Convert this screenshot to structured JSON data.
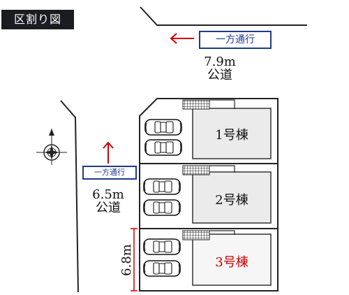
{
  "header": {
    "title": "区割り図"
  },
  "top_road": {
    "direction_label": "一方通行",
    "width": "7.9m",
    "type": "公道",
    "arrow_color": "#cc0000"
  },
  "left_road": {
    "direction_label": "一方通行",
    "width": "6.5m",
    "type": "公道",
    "arrow_color": "#cc0000"
  },
  "frontage": {
    "dimension": "6.8m",
    "color": "#cc0000"
  },
  "plots": [
    {
      "label": "1号棟",
      "color": "#111111"
    },
    {
      "label": "2号棟",
      "color": "#111111"
    },
    {
      "label": "3号棟",
      "color": "#cc0000"
    }
  ],
  "icons": [
    "compass-icon",
    "car-icon",
    "stairs-icon"
  ]
}
